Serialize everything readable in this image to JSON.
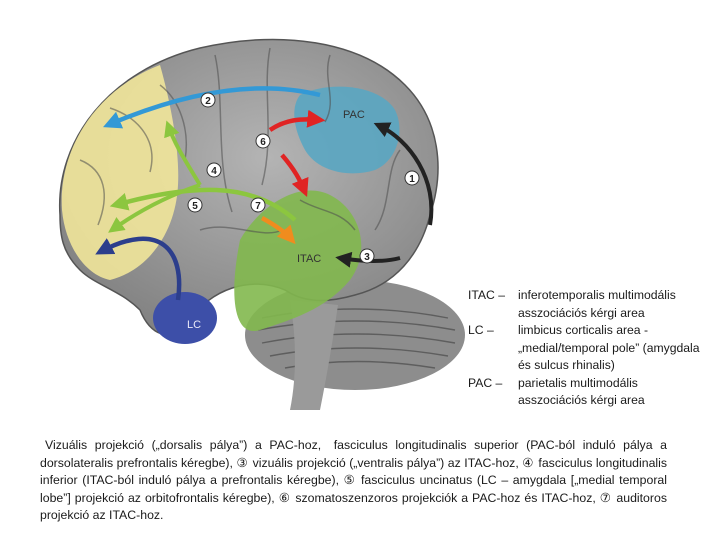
{
  "diagram": {
    "area_labels": {
      "pac": "PAC",
      "itac": "ITAC",
      "lc": "LC"
    },
    "callouts": [
      "1",
      "2",
      "3",
      "4",
      "5",
      "6",
      "7"
    ],
    "colors": {
      "pac_region": "#5aa6c2",
      "itac_region": "#82b84e",
      "prefrontal_region": "#f1e59a",
      "lc_region": "#3d4fa8",
      "cortex": "#9c9c9c",
      "arrow_1": "#222222",
      "arrow_2": "#3399d6",
      "arrow_3": "#222222",
      "arrow_4": "#8cc63f",
      "arrow_5": "#2c3e8c",
      "arrow_6": "#e02424",
      "arrow_7": "#f08c1e"
    }
  },
  "legend": [
    {
      "term": "ITAC –",
      "definition": "inferotemporalis multimodális asszociációs kérgi area"
    },
    {
      "term": "LC –",
      "definition": "limbicus corticalis area - „medial/temporal pole” (amygdala és sulcus rhinalis)"
    },
    {
      "term": "PAC –",
      "definition": "parietalis multimodális asszociációs kérgi area"
    }
  ],
  "caption": [
    {
      "sym": "",
      "text": "Vizuális projekció („dorsalis pálya”) a PAC-hoz,"
    },
    {
      "sym": "",
      "text": "fasciculus longitudinalis superior (PAC-ból induló pálya a dorsolateralis prefrontalis kéregbe),"
    },
    {
      "sym": "③",
      "text": "vizuális projekció („ventralis pálya”) az ITAC-hoz,"
    },
    {
      "sym": "④",
      "text": "fasciculus longitudinalis inferior (ITAC-ból induló pálya a prefrontalis kéregbe),"
    },
    {
      "sym": "⑤",
      "text": "fasciculus uncinatus (LC – amygdala [„medial temporal lobe”] projekció az orbitofrontalis kéregbe),"
    },
    {
      "sym": "⑥",
      "text": "szomatoszenzoros projekciók a PAC-hoz és ITAC-hoz,"
    },
    {
      "sym": "⑦",
      "text": "auditoros projekció az ITAC-hoz."
    }
  ]
}
